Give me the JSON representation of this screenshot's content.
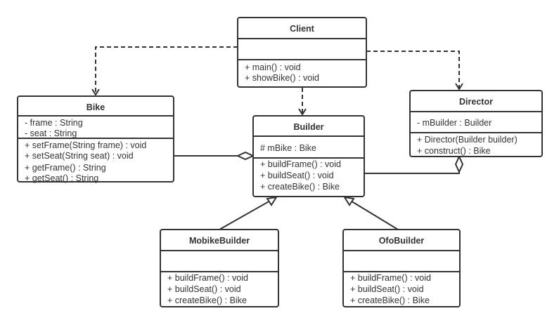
{
  "classes": [
    {
      "id": "client",
      "name": "Client",
      "attributes": [],
      "methods": [
        "+ main() : void",
        "+ showBike() : void"
      ]
    },
    {
      "id": "bike",
      "name": "Bike",
      "attributes": [
        "- frame : String",
        "- seat : String"
      ],
      "methods": [
        "+ setFrame(String frame) : void",
        "+ setSeat(String seat) : void",
        "+ getFrame() : String",
        "+ getSeat() : String"
      ]
    },
    {
      "id": "builder",
      "name": "Builder",
      "attributes": [
        "# mBike : Bike"
      ],
      "methods": [
        "+ buildFrame() : void",
        "+ buildSeat() : void",
        "+ createBike() : Bike"
      ]
    },
    {
      "id": "director",
      "name": "Director",
      "attributes": [
        "- mBuilder : Builder"
      ],
      "methods": [
        "+ Director(Builder builder)",
        "+ construct() : Bike"
      ]
    },
    {
      "id": "mobike",
      "name": "MobikeBuilder",
      "attributes": [],
      "methods": [
        "+ buildFrame() : void",
        "+ buildSeat() : void",
        "+ createBike() : Bike"
      ]
    },
    {
      "id": "ofo",
      "name": "OfoBuilder",
      "attributes": [],
      "methods": [
        "+ buildFrame() : void",
        "+ buildSeat() : void",
        "+ createBike() : Bike"
      ]
    }
  ],
  "relations": [
    {
      "type": "dependency",
      "from": "Client",
      "to": "Bike"
    },
    {
      "type": "dependency",
      "from": "Client",
      "to": "Builder"
    },
    {
      "type": "dependency",
      "from": "Client",
      "to": "Director"
    },
    {
      "type": "aggregation",
      "whole": "Builder",
      "part": "Bike"
    },
    {
      "type": "aggregation",
      "whole": "Director",
      "part": "Builder"
    },
    {
      "type": "generalization",
      "child": "MobikeBuilder",
      "parent": "Builder"
    },
    {
      "type": "generalization",
      "child": "OfoBuilder",
      "parent": "Builder"
    }
  ],
  "colors": {
    "stroke": "#333333",
    "text": "#333333"
  }
}
